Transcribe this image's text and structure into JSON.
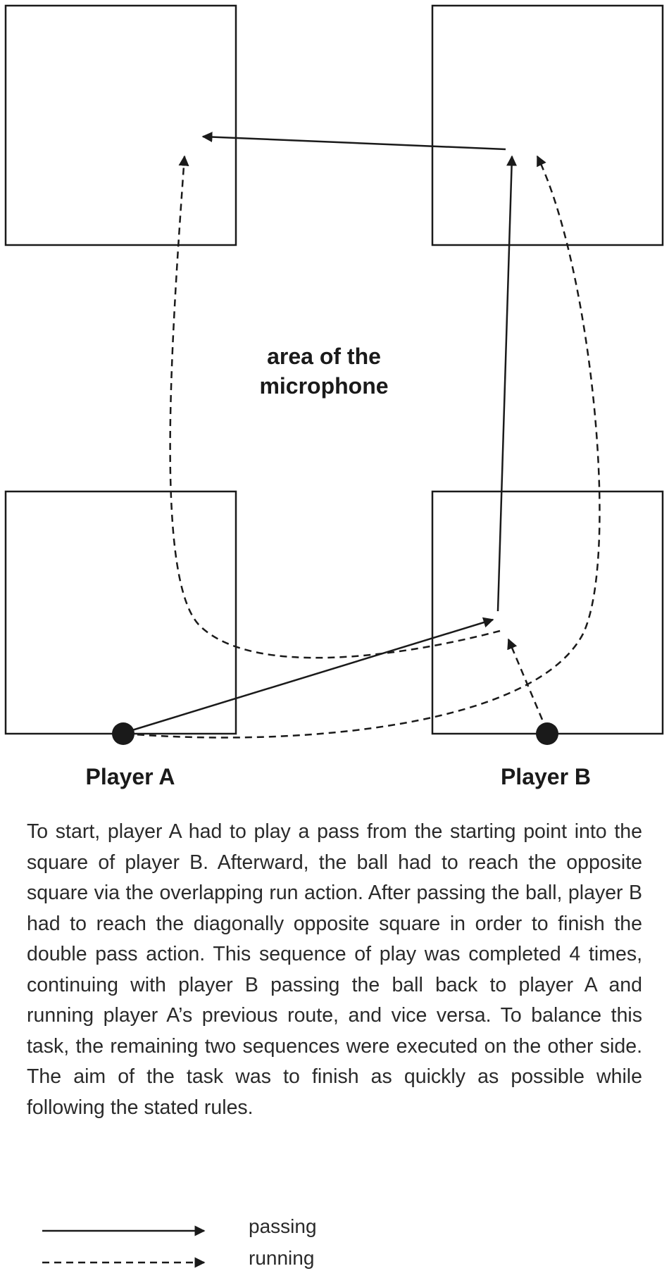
{
  "diagram": {
    "area_label_line1": "area of the",
    "area_label_line2": "microphone",
    "player_a_label": "Player A",
    "player_b_label": "Player B"
  },
  "description": "To start, player A had to play a pass from the starting point into the square of player B. Afterward, the ball had to reach the opposite square via the overlapping run action. After passing the ball, player B had to reach the diagonally opposite square in order to finish the double pass action. This sequence of play was completed 4 times, continuing with player B passing the ball back to player A and running player A’s previous route, and vice versa. To balance this task, the remaining two sequences were executed on the other side. The aim of the task was to finish as quickly as possible while following the stated rules.",
  "legend": {
    "passing_label": "passing",
    "running_label": "running"
  },
  "colors": {
    "line": "#1a1a1a",
    "background": "#ffffff"
  }
}
